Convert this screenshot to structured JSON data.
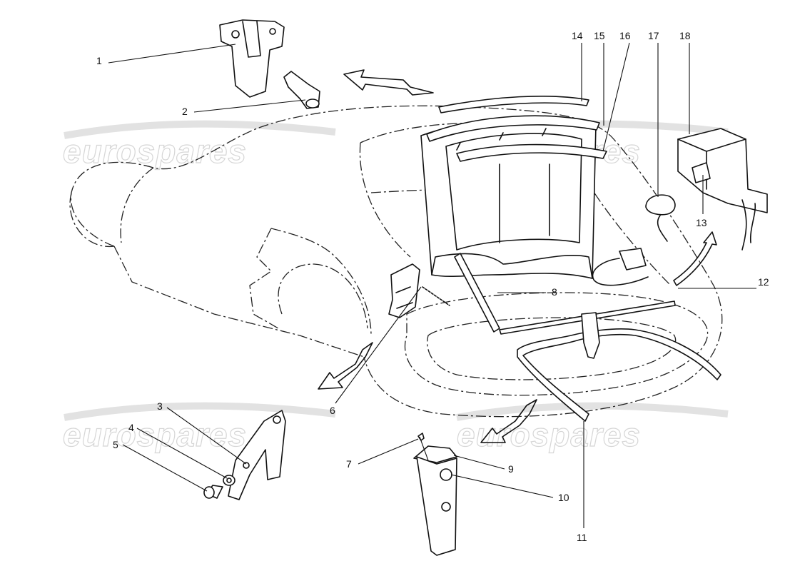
{
  "watermark": "eurospares",
  "callouts": [
    {
      "id": "c1",
      "label": "1"
    },
    {
      "id": "c2",
      "label": "2"
    },
    {
      "id": "c3",
      "label": "3"
    },
    {
      "id": "c4",
      "label": "4"
    },
    {
      "id": "c5",
      "label": "5"
    },
    {
      "id": "c6",
      "label": "6"
    },
    {
      "id": "c7",
      "label": "7"
    },
    {
      "id": "c8",
      "label": "8"
    },
    {
      "id": "c9",
      "label": "9"
    },
    {
      "id": "c10",
      "label": "10"
    },
    {
      "id": "c11",
      "label": "11"
    },
    {
      "id": "c12",
      "label": "12"
    },
    {
      "id": "c13",
      "label": "13"
    },
    {
      "id": "c14",
      "label": "14"
    },
    {
      "id": "c15",
      "label": "15"
    },
    {
      "id": "c16",
      "label": "16"
    },
    {
      "id": "c17",
      "label": "17"
    },
    {
      "id": "c18",
      "label": "18"
    }
  ]
}
